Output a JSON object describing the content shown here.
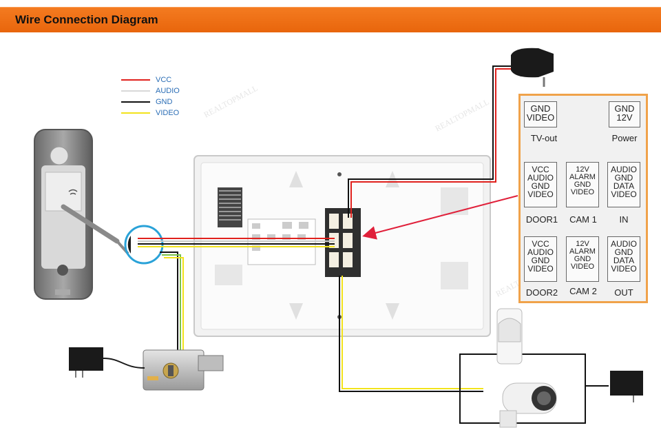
{
  "header": {
    "title": "Wire Connection Diagram",
    "color": "#f47b20"
  },
  "legend": [
    {
      "label": "VCC",
      "color": "#e0201c"
    },
    {
      "label": "AUDIO",
      "color": "#d8d8d8"
    },
    {
      "label": "GND",
      "color": "#111111"
    },
    {
      "label": "VIDEO",
      "color": "#f2e21a"
    }
  ],
  "watermarks": [
    "REALTOPMALL",
    "REALTOPMALL",
    "REALTOPMALL"
  ],
  "port_panel": {
    "border_color": "#f0a24a",
    "blocks": [
      {
        "lines": [
          "GND",
          "VIDEO"
        ],
        "caption": "TV-out"
      },
      {
        "lines": [
          "GND",
          "12V"
        ],
        "caption": "Power"
      },
      {
        "lines": [
          "VCC",
          "AUDIO",
          "GND",
          "VIDEO"
        ],
        "caption": "DOOR1"
      },
      {
        "lines": [
          "12V",
          "ALARM",
          "GND",
          "VIDEO"
        ],
        "caption": "CAM 1"
      },
      {
        "lines": [
          "AUDIO",
          "GND",
          "DATA",
          "VIDEO"
        ],
        "caption": "IN"
      },
      {
        "lines": [
          "VCC",
          "AUDIO",
          "GND",
          "VIDEO"
        ],
        "caption": "DOOR2"
      },
      {
        "lines": [
          "12V",
          "ALARM",
          "GND",
          "VIDEO"
        ],
        "caption": "CAM 2"
      },
      {
        "lines": [
          "AUDIO",
          "GND",
          "DATA",
          "VIDEO"
        ],
        "caption": "OUT"
      }
    ]
  },
  "arrow_color": "#e0203a",
  "doorbell_icons": [
    "wifi-icon"
  ],
  "devices": [
    "doorbell-camera",
    "indoor-monitor",
    "power-adapter",
    "electric-lock",
    "motion-sensor",
    "cctv-camera"
  ]
}
